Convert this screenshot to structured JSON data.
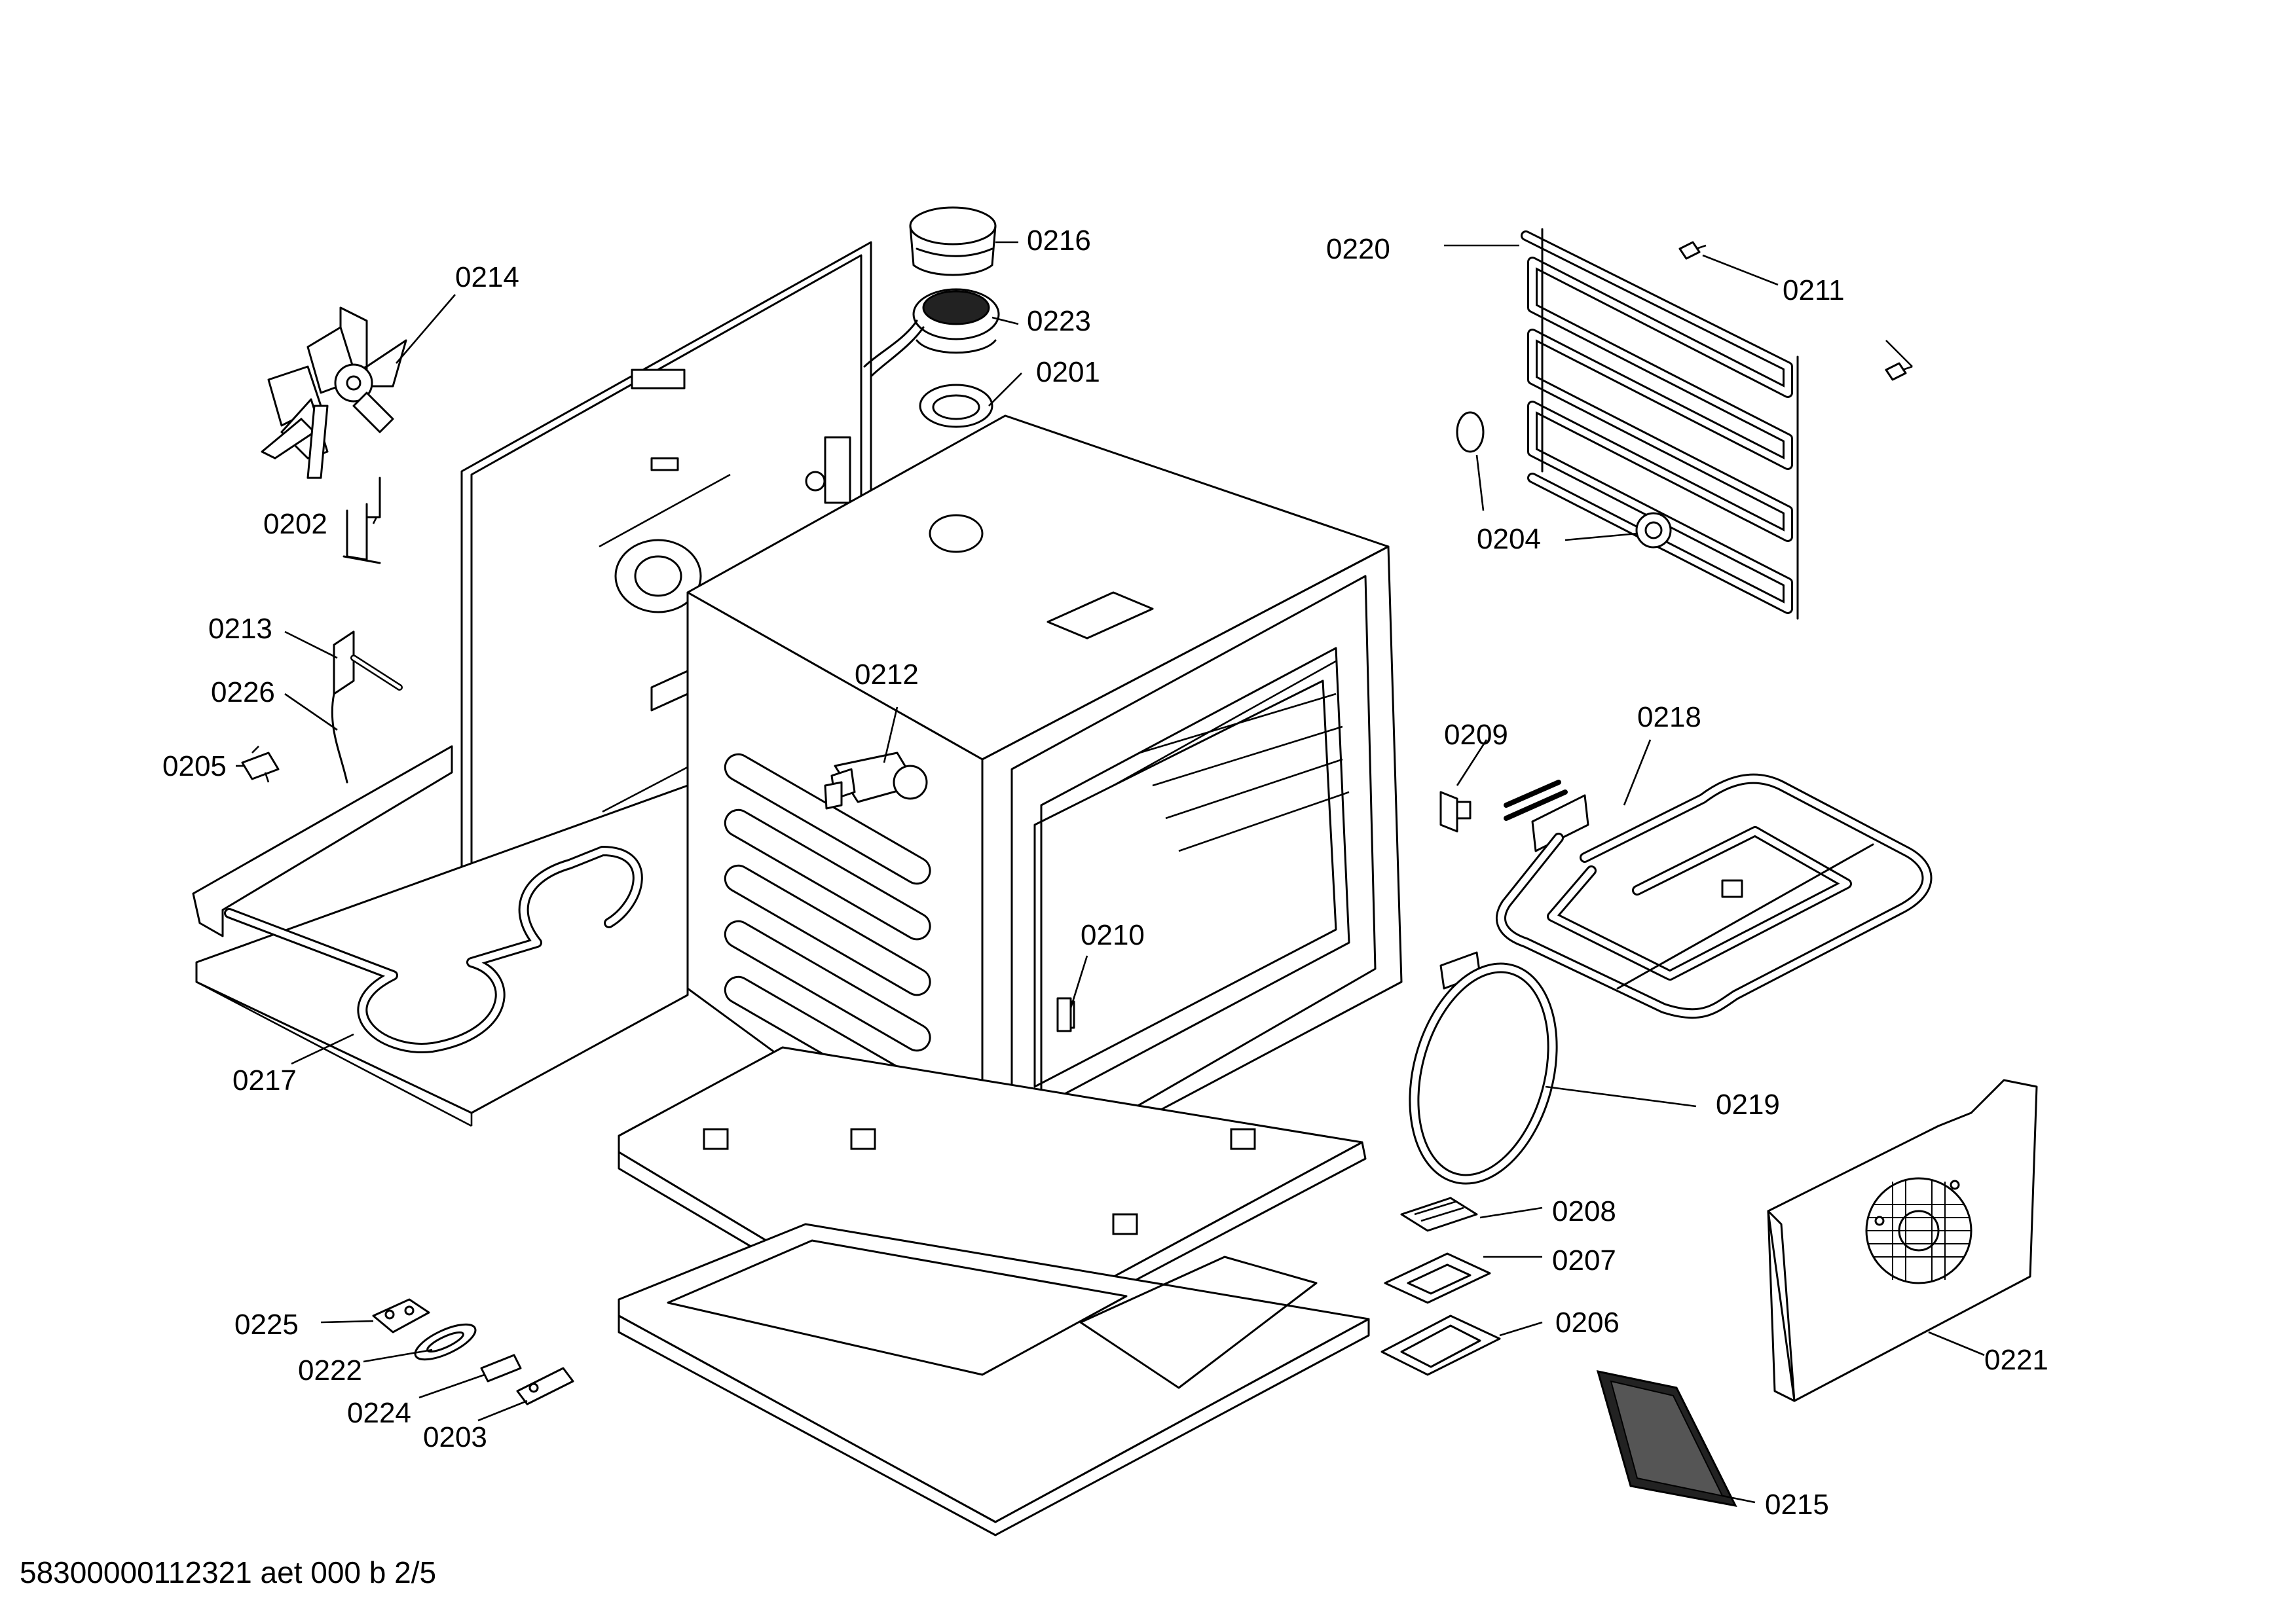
{
  "labels": {
    "p0201": "0201",
    "p0202": "0202",
    "p0203": "0203",
    "p0204": "0204",
    "p0205": "0205",
    "p0206": "0206",
    "p0207": "0207",
    "p0208": "0208",
    "p0209": "0209",
    "p0210": "0210",
    "p0211": "0211",
    "p0212": "0212",
    "p0213": "0213",
    "p0214": "0214",
    "p0215": "0215",
    "p0216": "0216",
    "p0217": "0217",
    "p0218": "0218",
    "p0219": "0219",
    "p0220": "0220",
    "p0221": "0221",
    "p0222": "0222",
    "p0223": "0223",
    "p0224": "0224",
    "p0225": "0225",
    "p0226": "0226"
  },
  "footer": {
    "document_id": "58300000112321 aet 000 b 2/5"
  }
}
